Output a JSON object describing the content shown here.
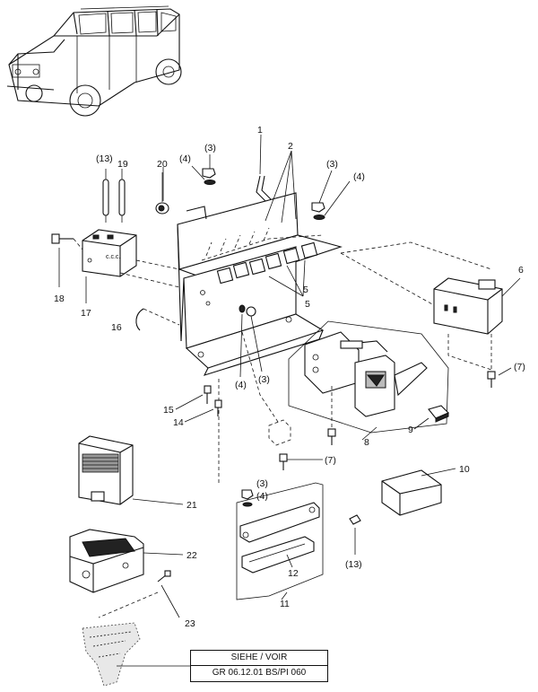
{
  "callouts": [
    {
      "id": "c1",
      "text": "1"
    },
    {
      "id": "c2",
      "text": "2"
    },
    {
      "id": "c3a",
      "text": "(3)"
    },
    {
      "id": "c4a",
      "text": "(4)"
    },
    {
      "id": "c3b",
      "text": "(3)"
    },
    {
      "id": "c4b",
      "text": "(4)"
    },
    {
      "id": "c13a",
      "text": "(13)"
    },
    {
      "id": "c19",
      "text": "19"
    },
    {
      "id": "c20",
      "text": "20"
    },
    {
      "id": "c18",
      "text": "18"
    },
    {
      "id": "c17",
      "text": "17"
    },
    {
      "id": "c16",
      "text": "16"
    },
    {
      "id": "c5a",
      "text": "5"
    },
    {
      "id": "c5b",
      "text": "5"
    },
    {
      "id": "c6",
      "text": "6"
    },
    {
      "id": "c7a",
      "text": "(7)"
    },
    {
      "id": "c4c",
      "text": "(4)"
    },
    {
      "id": "c3c",
      "text": "(3)"
    },
    {
      "id": "c15",
      "text": "15"
    },
    {
      "id": "c14",
      "text": "14"
    },
    {
      "id": "c9",
      "text": "9"
    },
    {
      "id": "c8",
      "text": "8"
    },
    {
      "id": "c7b",
      "text": "(7)"
    },
    {
      "id": "c10",
      "text": "10"
    },
    {
      "id": "c21",
      "text": "21"
    },
    {
      "id": "c3d",
      "text": "(3)"
    },
    {
      "id": "c4d",
      "text": "(4)"
    },
    {
      "id": "c22",
      "text": "22"
    },
    {
      "id": "c13b",
      "text": "(13)"
    },
    {
      "id": "c12",
      "text": "12"
    },
    {
      "id": "c11",
      "text": "11"
    },
    {
      "id": "c23",
      "text": "23"
    }
  ],
  "reference": {
    "line1": "SIEHE / VOIR",
    "line2": "GR 06.12.01 BS/PI 060"
  },
  "icons": [
    "vehicle-illustration",
    "relay-plate",
    "fuse-box",
    "relay",
    "bracket"
  ]
}
